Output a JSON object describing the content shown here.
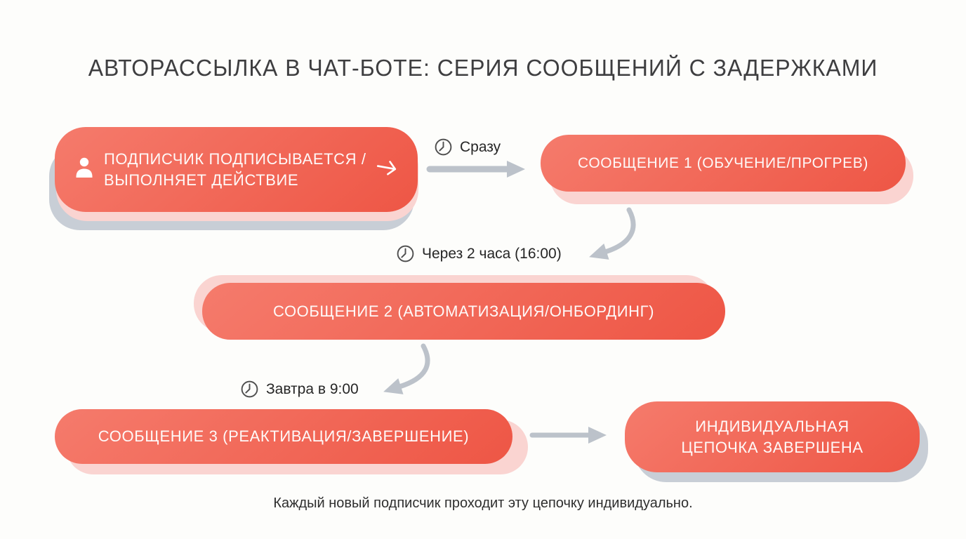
{
  "title": "АВТОРАССЫЛКА В ЧАТ-БОТЕ: СЕРИЯ СООБЩЕНИЙ С ЗАДЕРЖКАМИ",
  "colors": {
    "box_gradient_start": "#f57b6c",
    "box_gradient_end": "#ee5645",
    "shadow_pink": "#fad4d1",
    "shadow_gray": "#c8ced6",
    "arrow_gray": "#bcc2ca",
    "clock_stroke": "#4f4f4f",
    "title_color": "#3e3e40",
    "label_color": "#262626",
    "box_text": "#ffffff",
    "background": "#fdfdfb"
  },
  "icons": {
    "subscriber": "person-icon",
    "delay": "clock-icon",
    "action": "arrow-right-icon"
  },
  "nodes": {
    "subscriber": {
      "line1": "ПОДПИСЧИК ПОДПИСЫВАЕТСЯ /",
      "line2": "ВЫПОЛНЯЕТ ДЕЙСТВИЕ"
    },
    "message1": {
      "label": "СООБЩЕНИЕ 1 (ОБУЧЕНИЕ/ПРОГРЕВ)"
    },
    "message2": {
      "label": "СООБЩЕНИЕ 2 (АВТОМАТИЗАЦИЯ/ОНБОРДИНГ)"
    },
    "message3": {
      "label": "СООБЩЕНИЕ 3 (РЕАКТИВАЦИЯ/ЗАВЕРШЕНИЕ)"
    },
    "finished": {
      "line1": "ИНДИВИДУАЛЬНАЯ",
      "line2": "ЦЕПОЧКА ЗАВЕРШЕНА"
    }
  },
  "delays": {
    "delay1": "Сразу",
    "delay2": "Через 2 часа (16:00)",
    "delay3": "Завтра в 9:00"
  },
  "footer": "Каждый новый подписчик проходит эту цепочку индивидуально."
}
